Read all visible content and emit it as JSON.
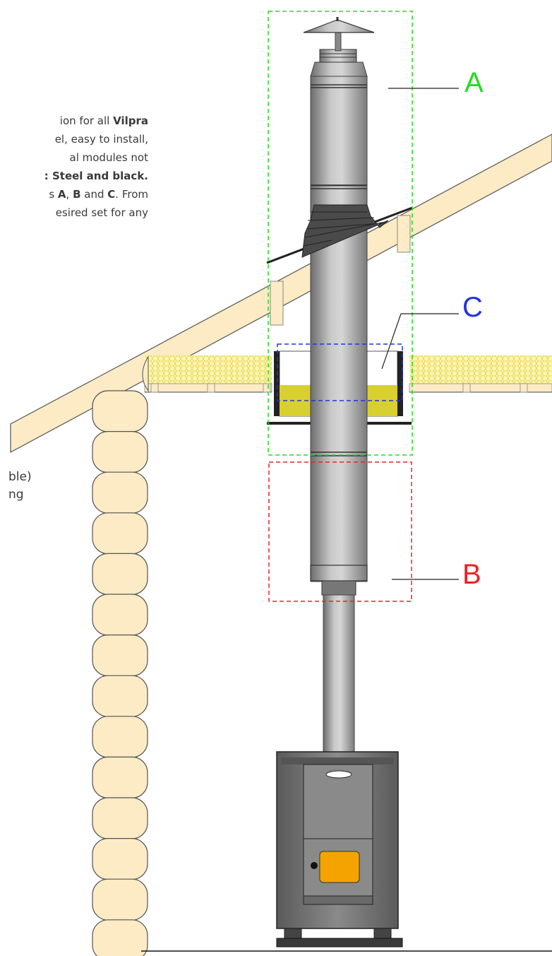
{
  "description_lines": [
    {
      "parts": [
        {
          "t": "ion for all ",
          "b": false
        },
        {
          "t": "Vilpra",
          "b": true
        }
      ]
    },
    {
      "parts": [
        {
          "t": "el, easy to install,",
          "b": false
        }
      ]
    },
    {
      "parts": [
        {
          "t": "al    modules    not",
          "b": false
        }
      ]
    },
    {
      "parts": [
        {
          "t": ": Steel and black.",
          "b": true
        }
      ]
    },
    {
      "parts": [
        {
          "t": "s ",
          "b": false
        },
        {
          "t": "A",
          "b": true
        },
        {
          "t": ", ",
          "b": false
        },
        {
          "t": "B",
          "b": true
        },
        {
          "t": " and ",
          "b": false
        },
        {
          "t": "C",
          "b": true
        },
        {
          "t": ". From",
          "b": false
        }
      ]
    },
    {
      "parts": [
        {
          "t": "esired set for any",
          "b": false
        }
      ]
    }
  ],
  "note_lines": [
    "ble)",
    "ng"
  ],
  "sections": [
    {
      "id": "A",
      "label": "A",
      "color": "#22dd22"
    },
    {
      "id": "B",
      "label": "B",
      "color": "#ee2222"
    },
    {
      "id": "C",
      "label": "C",
      "color": "#2233dd"
    }
  ],
  "colors": {
    "wood": "#fcebc4",
    "wood_stroke": "#555555",
    "insulation": "#fff2a8",
    "insulation_cell": "#e4d64a",
    "pipe": "#9a9a9a",
    "stove": "#6f6f6f",
    "stove_door": "#f5a300",
    "fill_yellow": "#d8d030"
  }
}
